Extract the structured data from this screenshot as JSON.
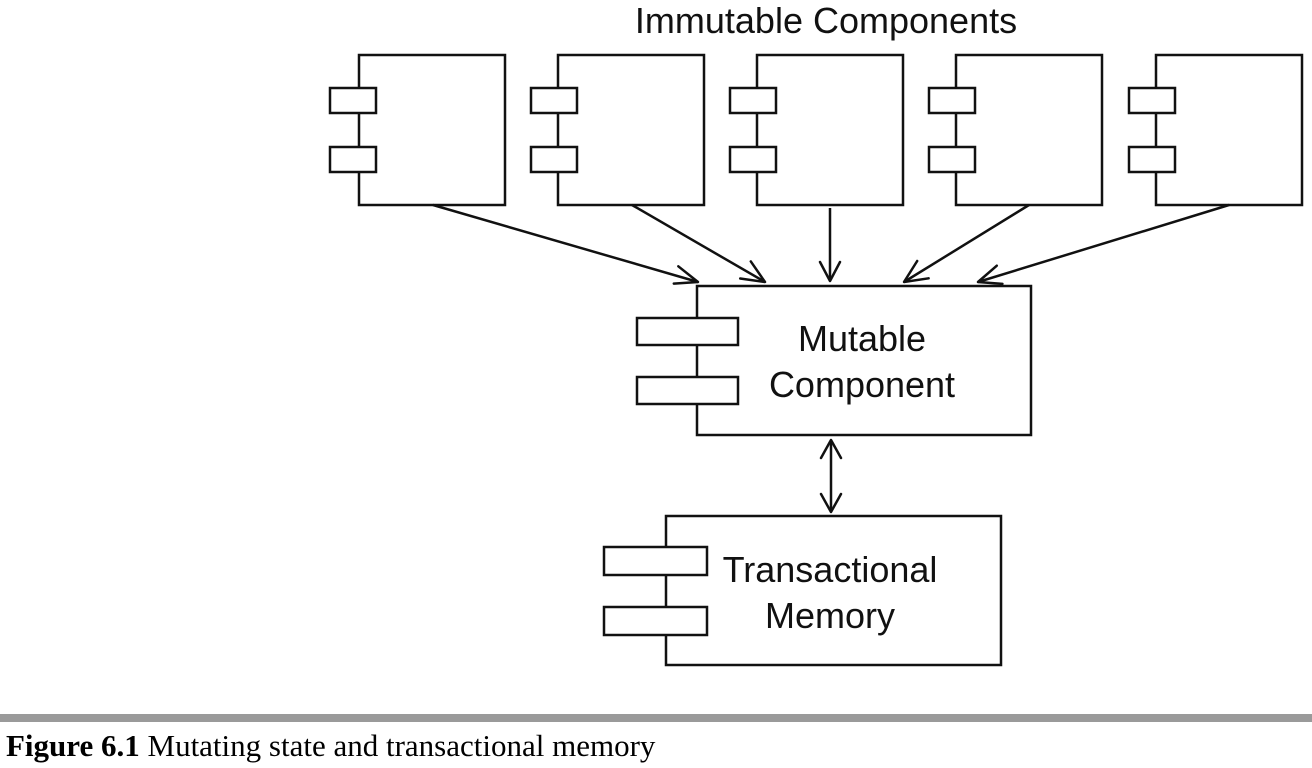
{
  "diagram": {
    "group_label": "Immutable Components",
    "immutable_components": [
      {
        "id": "immutable-1"
      },
      {
        "id": "immutable-2"
      },
      {
        "id": "immutable-3"
      },
      {
        "id": "immutable-4"
      },
      {
        "id": "immutable-5"
      }
    ],
    "mutable_component": {
      "line1": "Mutable",
      "line2": "Component"
    },
    "transactional_memory": {
      "line1": "Transactional",
      "line2": "Memory"
    },
    "connections": [
      {
        "from": "immutable-1",
        "to": "mutable",
        "direction": "one-way"
      },
      {
        "from": "immutable-2",
        "to": "mutable",
        "direction": "one-way"
      },
      {
        "from": "immutable-3",
        "to": "mutable",
        "direction": "one-way"
      },
      {
        "from": "immutable-4",
        "to": "mutable",
        "direction": "one-way"
      },
      {
        "from": "immutable-5",
        "to": "mutable",
        "direction": "one-way"
      },
      {
        "from": "mutable",
        "to": "transactional-memory",
        "direction": "two-way"
      }
    ],
    "line_color": "#111111"
  },
  "caption": {
    "label": "Figure 6.1",
    "text": "Mutating state and transactional memory"
  }
}
